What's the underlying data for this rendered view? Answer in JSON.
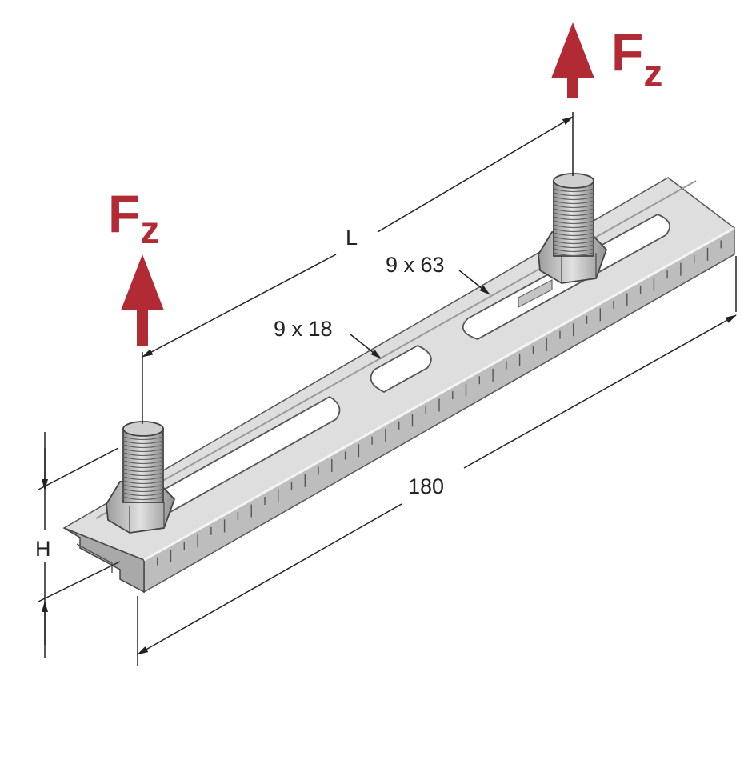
{
  "diagram": {
    "dimensions": {
      "length": "L",
      "total": "180",
      "height": "H",
      "slot_long": "9 x 63",
      "slot_short": "9 x 18"
    },
    "forces": {
      "left": {
        "symbol": "F",
        "subscript": "z"
      },
      "right": {
        "symbol": "F",
        "subscript": "z"
      }
    },
    "colors": {
      "force": "#b22a33",
      "line": "#222222",
      "rail_top": "#dcdcdc",
      "rail_front": "#b8b8b8",
      "rail_edge": "#9a9a9a",
      "slot": "#ffffff",
      "bolt": "#c9c9c9",
      "nut": "#bdbdbd"
    }
  }
}
